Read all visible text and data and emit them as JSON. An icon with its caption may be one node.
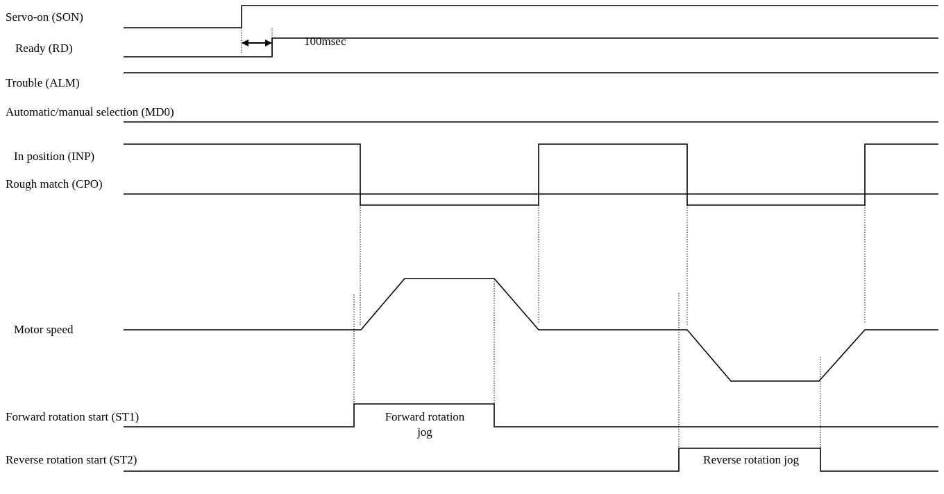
{
  "diagram": {
    "labels": [
      "Servo-on (SON)",
      "100msec",
      "Ready (RD)",
      "Trouble (ALM)",
      "Automatic/manual selection (MD0)",
      "In position (INP)",
      "Rough match (CPO)",
      "Motor speed",
      "Forward rotation start (ST1)",
      "Forward rotation jog",
      "Reverse rotation start (ST2)",
      "Reverse rotation jog"
    ]
  }
}
